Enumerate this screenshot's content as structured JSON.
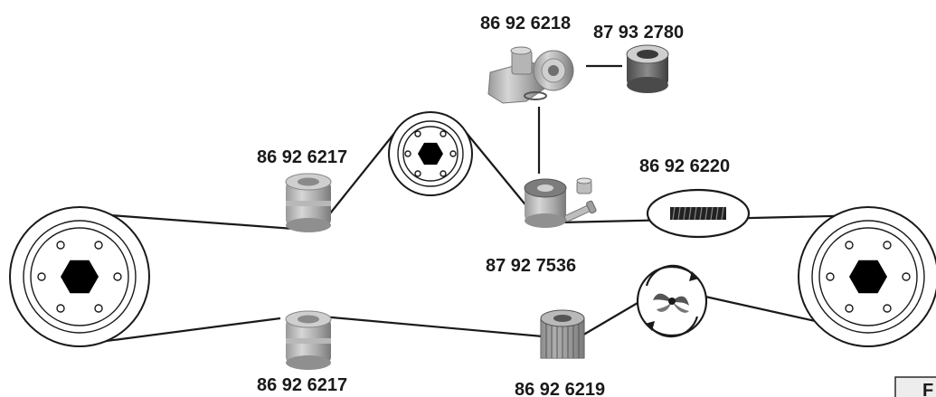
{
  "parts": {
    "tensioner_assembly": "86 92 6218",
    "tensioner_bearing": "87 93 2780",
    "idler_upper": "86 92 6217",
    "tensioner_pulley": "87 92 7536",
    "timing_belt": "86 92 6220",
    "idler_lower": "86 92 6217",
    "crank_gear": "86 92 6219"
  },
  "corner_tab": "F"
}
